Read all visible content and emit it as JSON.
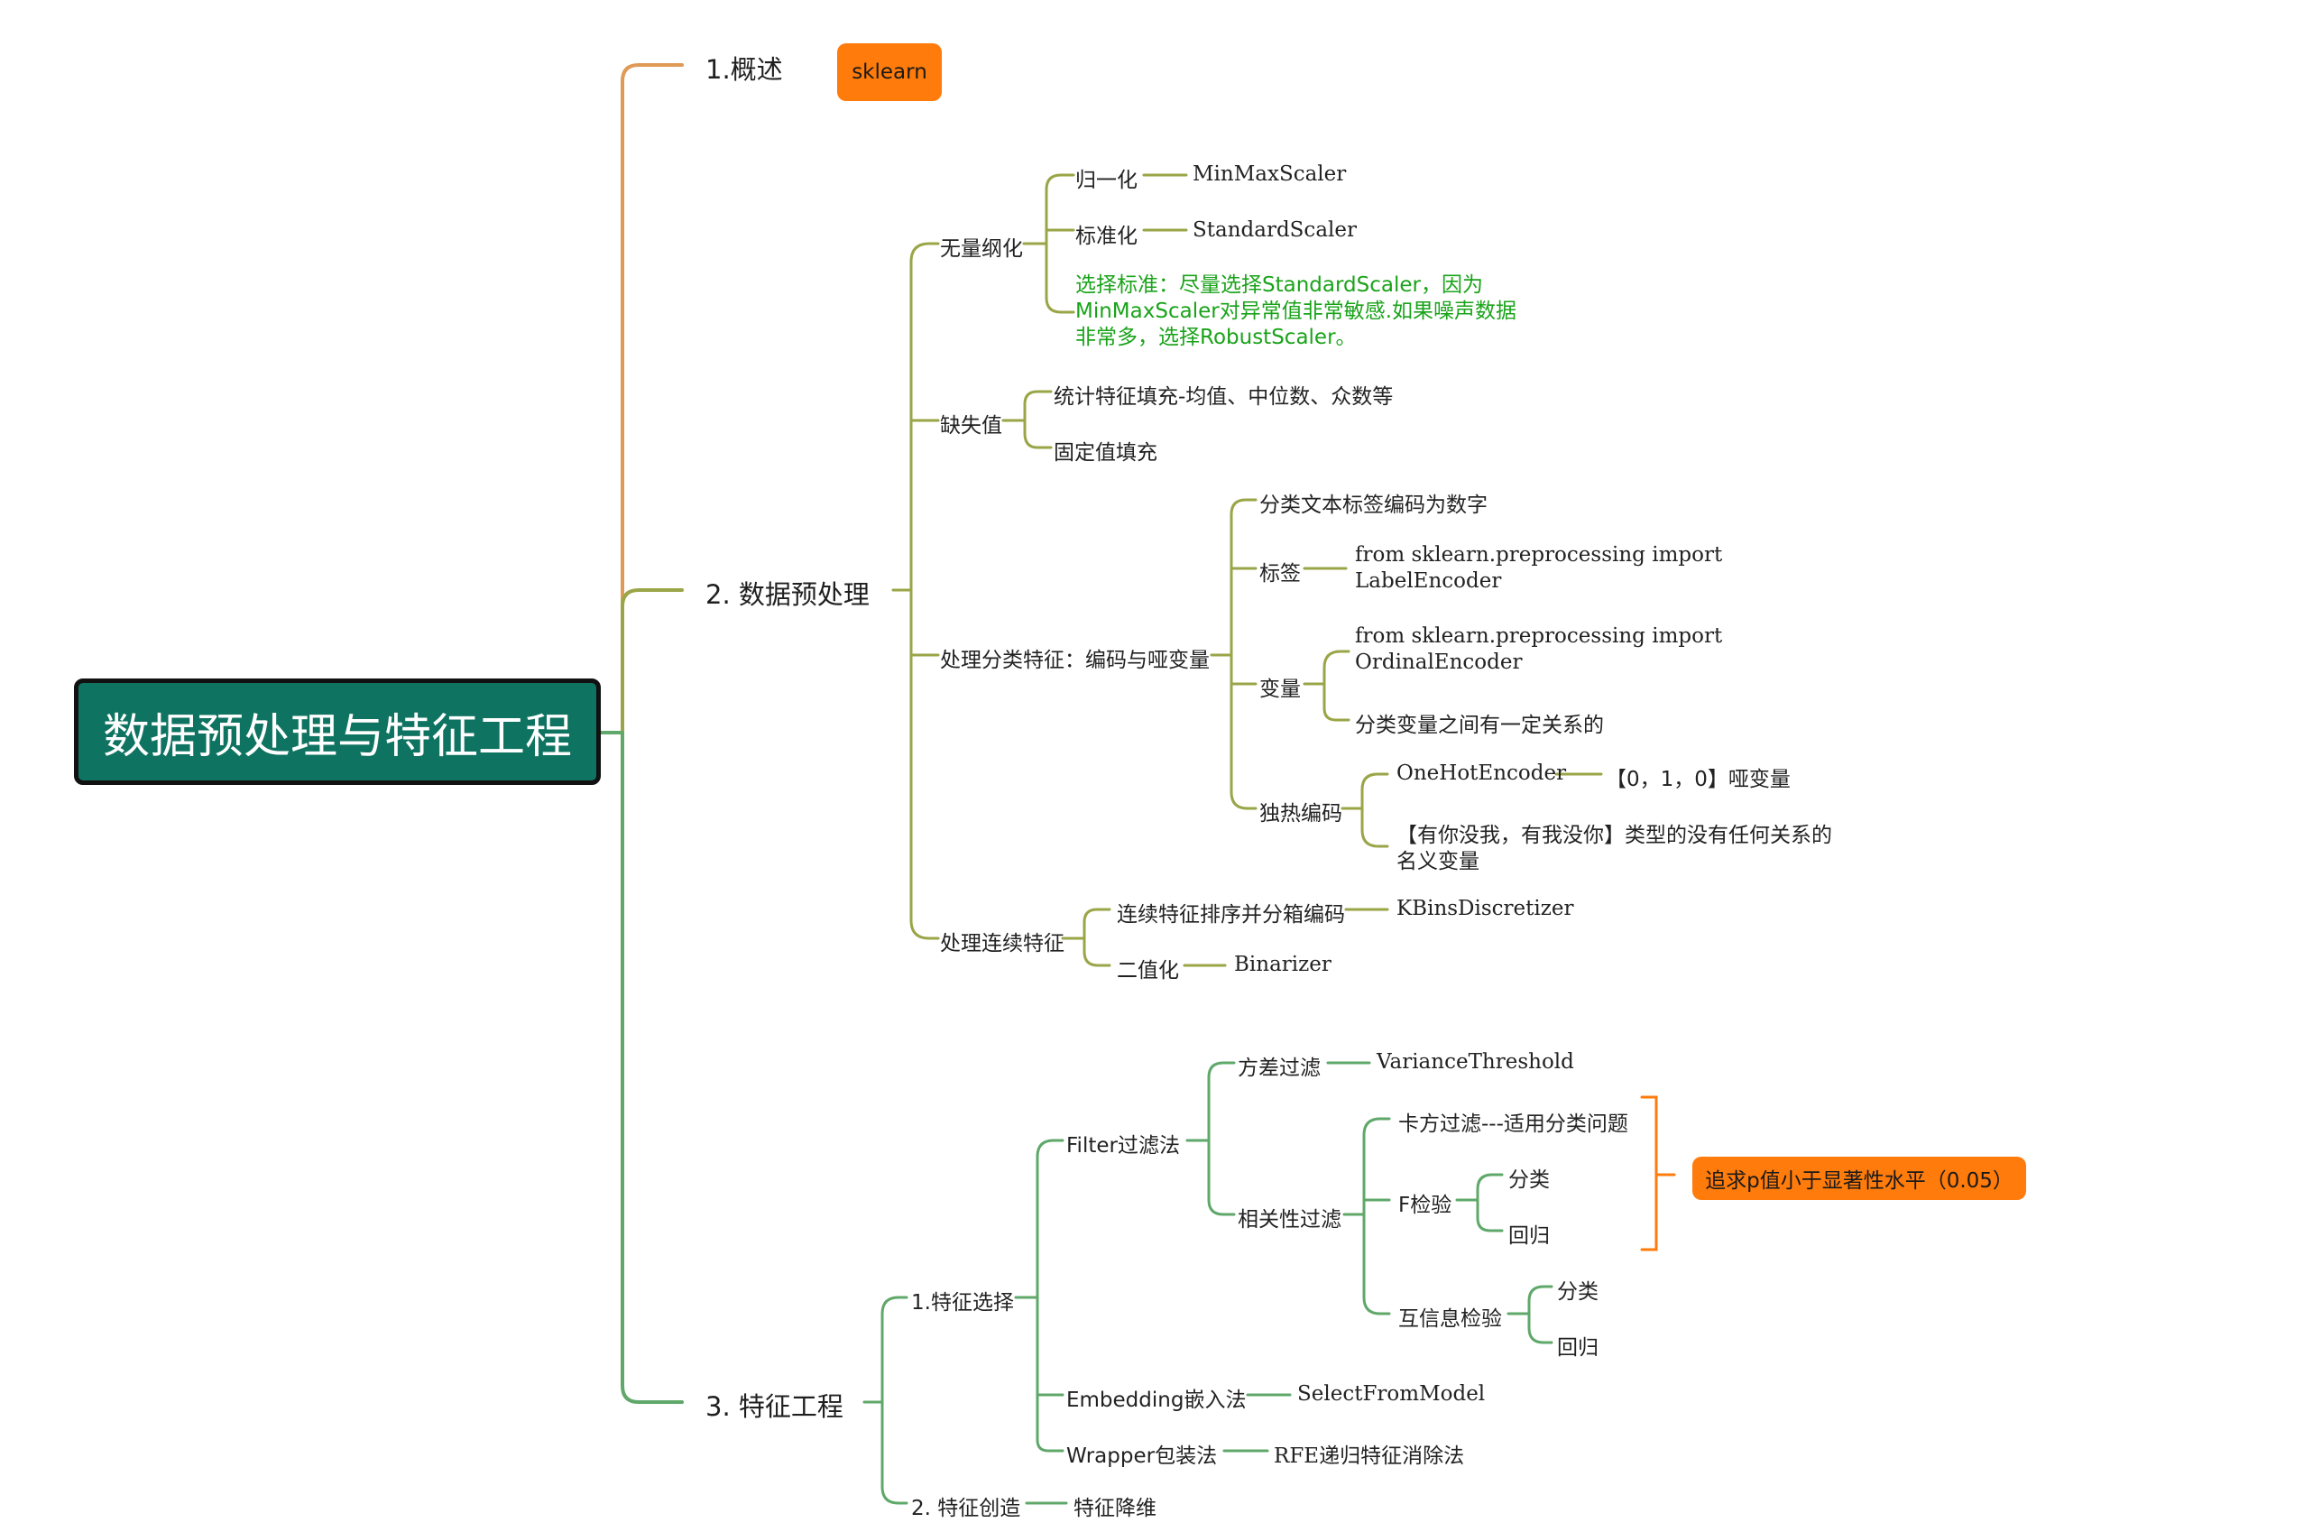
{
  "root": {
    "label": "数据预处理与特征工程"
  },
  "branches": {
    "overview": {
      "label": "1.概述",
      "tag": "sklearn"
    },
    "preprocess": {
      "label": "2. 数据预处理",
      "dimensionless": {
        "label": "无量纲化",
        "normalize": "归一化",
        "normalize_tool": "MinMaxScaler",
        "standardize": "标准化",
        "standardize_tool": "StandardScaler",
        "note": "选择标准：尽量选择StandardScaler，因为MinMaxScaler对异常值非常敏感.如果噪声数据非常多，选择RobustScaler。"
      },
      "missing": {
        "label": "缺失值",
        "stat_fill": "统计特征填充-均值、中位数、众数等",
        "fixed_fill": "固定值填充"
      },
      "categorical": {
        "label": "处理分类特征：编码与哑变量",
        "text_to_num": "分类文本标签编码为数字",
        "tag_label": "标签",
        "tag_code_1": "from sklearn.preprocessing import",
        "tag_code_2": "LabelEncoder",
        "var_label": "变量",
        "var_code_1": "from sklearn.preprocessing import",
        "var_code_2": "OrdinalEncoder",
        "var_note": "分类变量之间有一定关系的",
        "onehot_label": "独热编码",
        "onehot_tool": "OneHotEncoder",
        "dummy": "【0，1，0】哑变量",
        "onehot_note_1": "【有你没我，有我没你】类型的没有任何关系的",
        "onehot_note_2": "名义变量"
      },
      "continuous": {
        "label": "处理连续特征",
        "binning": "连续特征排序并分箱编码",
        "binning_tool": "KBinsDiscretizer",
        "binarize": "二值化",
        "binarize_tool": "Binarizer"
      }
    },
    "feature_eng": {
      "label": "3. 特征工程",
      "selection": {
        "label": "1.特征选择",
        "filter": {
          "label": "Filter过滤法",
          "variance": "方差过滤",
          "variance_tool": "VarianceThreshold",
          "correlation": "相关性过滤",
          "chi2": "卡方过滤---适用分类问题",
          "ftest": "F检验",
          "ftest_cls": "分类",
          "ftest_reg": "回归",
          "mutual": "互信息检验",
          "mutual_cls": "分类",
          "mutual_reg": "回归",
          "pvalue_note": "追求p值小于显著性水平（0.05）"
        },
        "embedding": "Embedding嵌入法",
        "embedding_tool": "SelectFromModel",
        "wrapper": "Wrapper包装法",
        "wrapper_tool": "RFE递归特征消除法"
      },
      "creation": {
        "label": "2. 特征创造",
        "reduce": "特征降维"
      }
    }
  },
  "colors": {
    "root_bg": "#0f7361",
    "overview_line": "#e09a55",
    "preprocess_line": "#9aa547",
    "feature_line": "#5fa86a",
    "pill": "#ff7b0b",
    "note_green": "#1aa31a"
  }
}
